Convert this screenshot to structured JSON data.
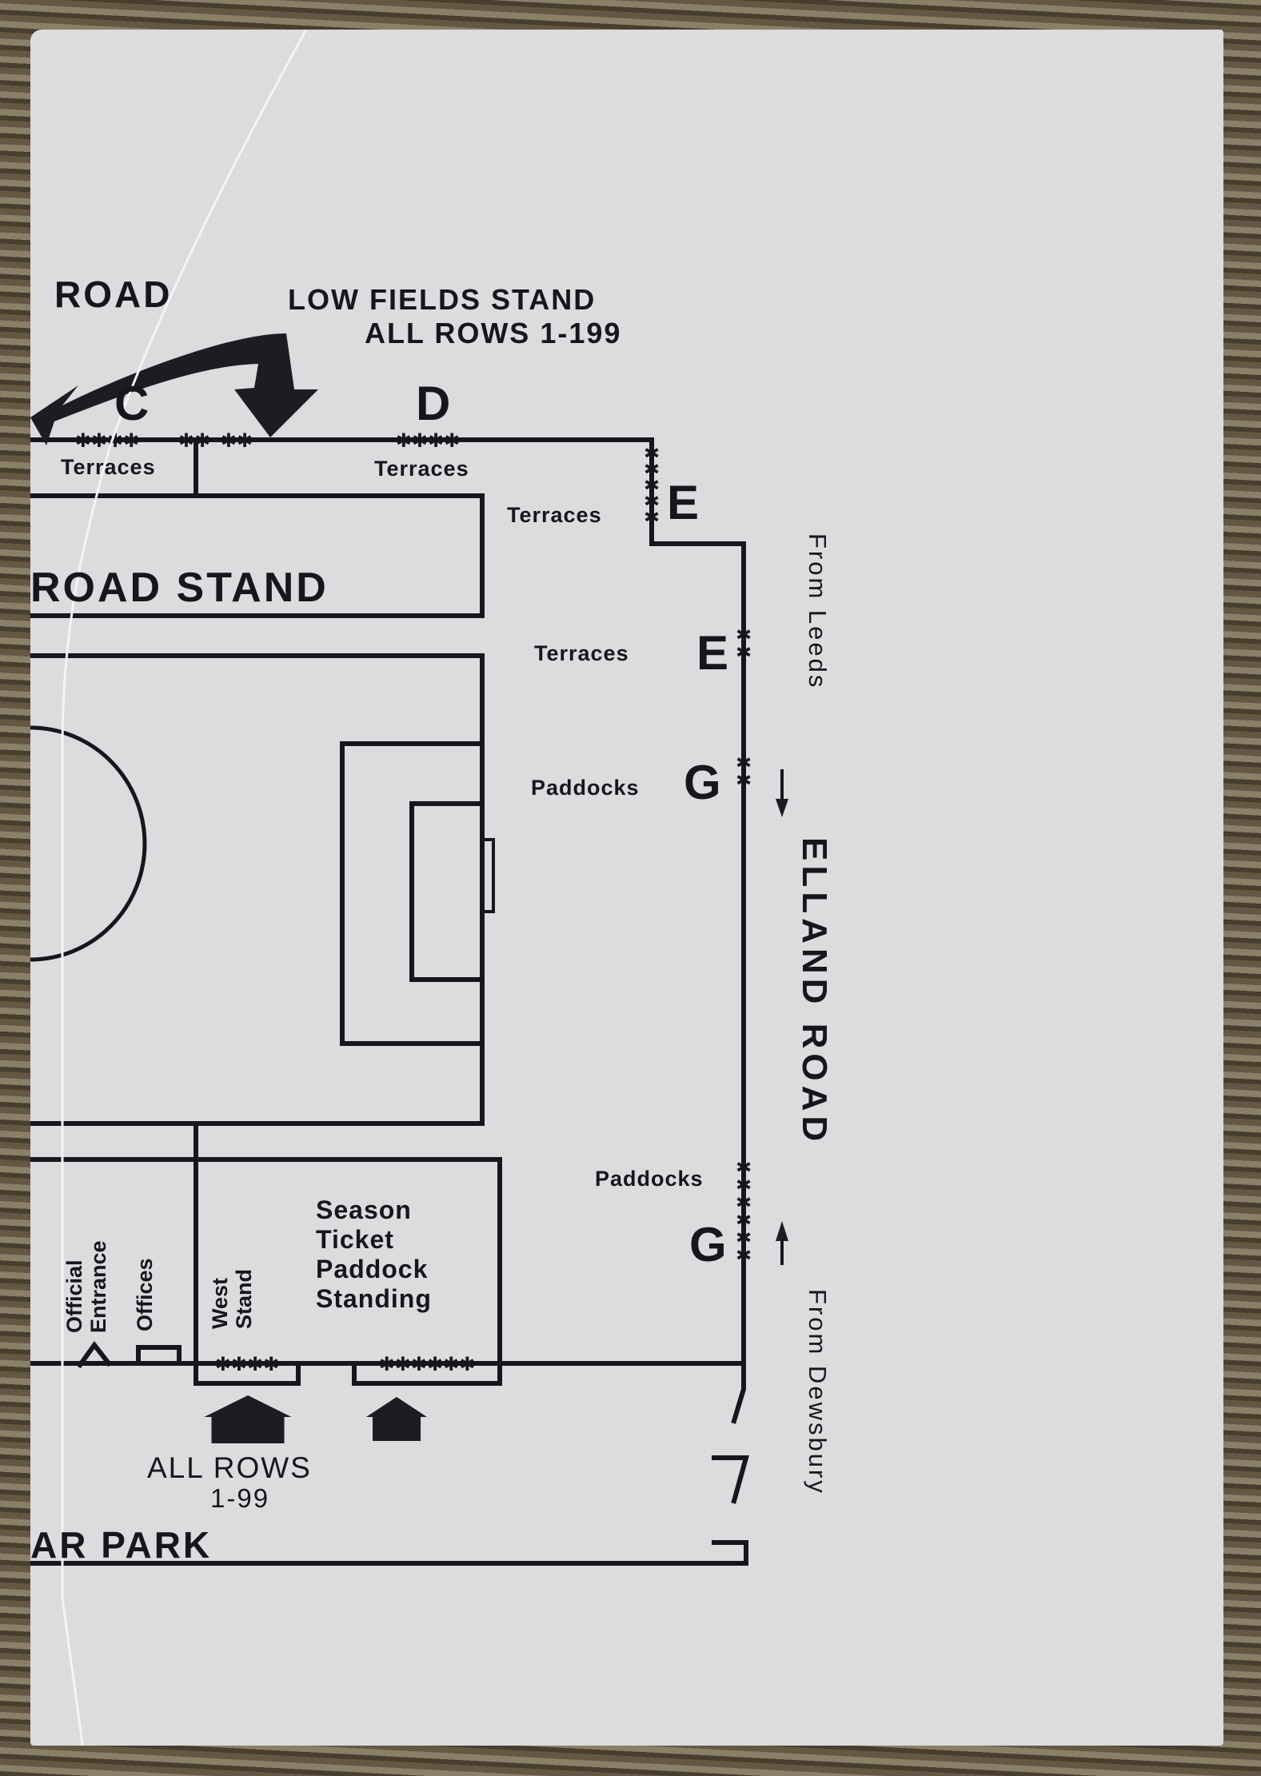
{
  "ticket": {
    "paper_color": "#dcdcde",
    "ink_color": "#16161c"
  },
  "stands": {
    "top_road_label": "ROAD",
    "low_fields_stand": "LOW FIELDS STAND",
    "low_fields_rows": "ALL ROWS 1-199",
    "road_stand": "ROAD STAND",
    "season_ticket_lines": [
      "Season",
      "Ticket",
      "Paddock",
      "Standing"
    ],
    "west_stand": [
      "West",
      "Stand"
    ],
    "offices": "Offices",
    "official_entrance": [
      "Official",
      "Entrance"
    ],
    "bottom_rows_line1": "ALL ROWS",
    "bottom_rows_line2": "1-99",
    "car_park": "AR PARK"
  },
  "gates": [
    {
      "letter": "C",
      "area": "Terraces"
    },
    {
      "letter": "D",
      "area": "Terraces"
    },
    {
      "letter": "E",
      "area": "Terraces"
    },
    {
      "letter": "E",
      "area": "Terraces"
    },
    {
      "letter": "G",
      "area": "Paddocks"
    },
    {
      "letter": "G",
      "area": "Paddocks"
    }
  ],
  "roads": {
    "main": "ELLAND ROAD",
    "from_north": "From Leeds",
    "from_south": "From Dewsbury"
  }
}
